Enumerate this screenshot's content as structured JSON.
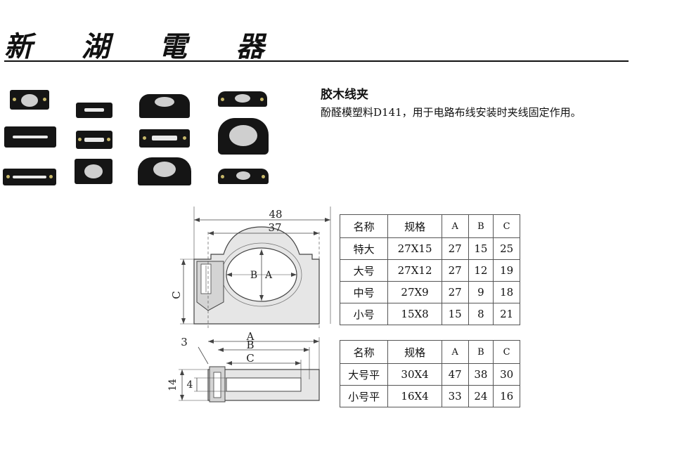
{
  "brand": {
    "name": "新 湖 電 器"
  },
  "product": {
    "title": "胶木线夹",
    "description": "酚醛模塑料D141，用于电路布线安装时夹线固定作用。"
  },
  "drawing_top": {
    "dim_total": "48",
    "dim_inner": "37",
    "label_c": "C",
    "label_b": "B",
    "label_a": "A"
  },
  "drawing_bottom": {
    "label_3": "3",
    "label_a": "A",
    "label_b": "B",
    "label_c": "C",
    "dim_14": "14",
    "dim_4": "4"
  },
  "table1": {
    "headers": [
      "名称",
      "规格",
      "A",
      "B",
      "C"
    ],
    "rows": [
      [
        "特大",
        "27X15",
        "27",
        "15",
        "25"
      ],
      [
        "大号",
        "27X12",
        "27",
        "12",
        "19"
      ],
      [
        "中号",
        "27X9",
        "27",
        "9",
        "18"
      ],
      [
        "小号",
        "15X8",
        "15",
        "8",
        "21"
      ]
    ]
  },
  "table2": {
    "headers": [
      "名称",
      "规格",
      "A",
      "B",
      "C"
    ],
    "rows": [
      [
        "大号平",
        "30X4",
        "47",
        "38",
        "30"
      ],
      [
        "小号平",
        "16X4",
        "33",
        "24",
        "16"
      ]
    ]
  }
}
